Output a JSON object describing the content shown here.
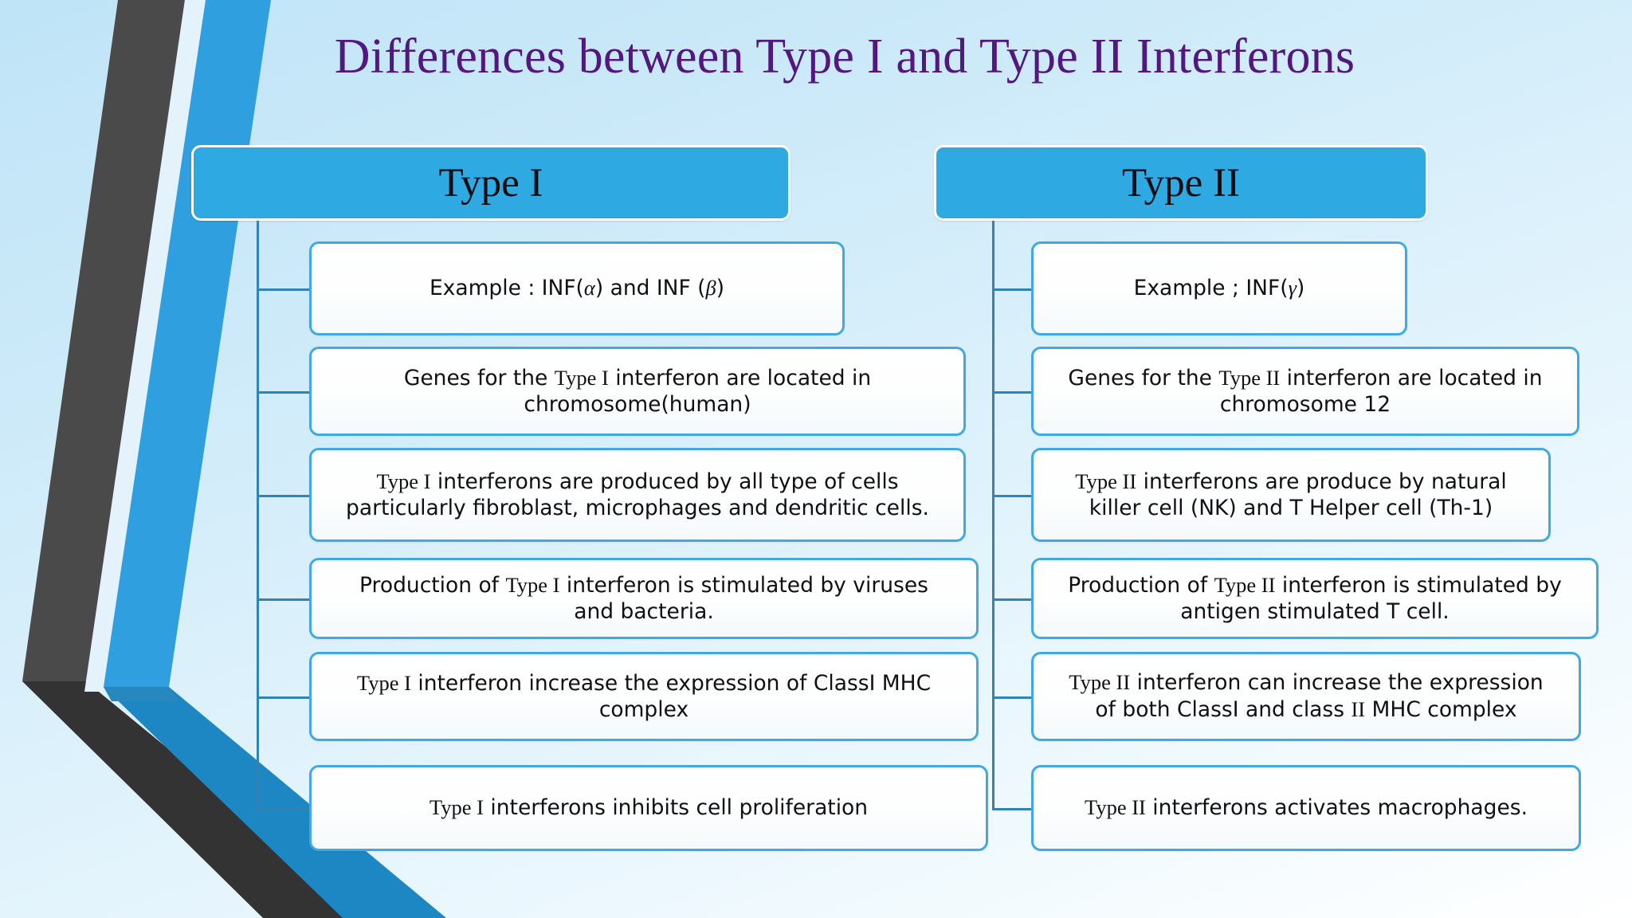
{
  "slide": {
    "title": "Differences between Type I and Type II Interferons",
    "title_color": "#53187f",
    "background_colors": [
      "#bfe4f7",
      "#ffffff"
    ],
    "accent_color": "#2fa9e2",
    "node_border_color": "#3fa9e0",
    "connector_color": "#2f83b5"
  },
  "decoration": {
    "ribbon_dark_color": "#4a4a4a",
    "ribbon_blue_color": "#2f9fe0",
    "ribbon_blue_shadow_color": "#1d7fb8",
    "ribbon_dark_shadow_color": "#333333",
    "shape": "bent-chevron-ribbons"
  },
  "columns": [
    {
      "id": "type-i",
      "header": "Type I",
      "nodes": [
        {
          "id": "example",
          "plain": "Example : INF(α) and INF (β)",
          "lines": [
            [
              {
                "t": "Example : INF(",
                "f": "sans"
              },
              {
                "t": "α",
                "f": "greek"
              },
              {
                "t": ") and INF (",
                "f": "sans"
              },
              {
                "t": "β",
                "f": "greek"
              },
              {
                "t": ")",
                "f": "sans"
              }
            ]
          ]
        },
        {
          "id": "genes",
          "plain": "Genes for the Type I  interferon are located in chromosome(human)",
          "lines": [
            [
              {
                "t": "Genes for the ",
                "f": "sans"
              },
              {
                "t": "Type I",
                "f": "serif"
              },
              {
                "t": "  interferon are located in",
                "f": "sans"
              }
            ],
            [
              {
                "t": "chromosome(human)",
                "f": "sans"
              }
            ]
          ]
        },
        {
          "id": "produced-by",
          "plain": "Type I  interferons are produced by all type of cells particularly fibroblast, microphages and dendritic cells.",
          "lines": [
            [
              {
                "t": "Type I",
                "f": "serif"
              },
              {
                "t": "  interferons are produced by all type of cells",
                "f": "sans"
              }
            ],
            [
              {
                "t": "particularly fibroblast, microphages and dendritic cells.",
                "f": "sans"
              }
            ]
          ]
        },
        {
          "id": "production",
          "plain": "Production of  Type I  interferon is stimulated by viruses and bacteria.",
          "lines": [
            [
              {
                "t": "Production of  ",
                "f": "sans"
              },
              {
                "t": "Type I",
                "f": "serif"
              },
              {
                "t": "  interferon is stimulated by viruses",
                "f": "sans"
              }
            ],
            [
              {
                "t": "and bacteria.",
                "f": "sans"
              }
            ]
          ]
        },
        {
          "id": "mhc",
          "plain": "Type I  interferon increase the expression of ClassI  MHC complex",
          "lines": [
            [
              {
                "t": "Type I",
                "f": "serif"
              },
              {
                "t": "  interferon increase the expression of ClassI  MHC",
                "f": "sans"
              }
            ],
            [
              {
                "t": "complex",
                "f": "sans"
              }
            ]
          ]
        },
        {
          "id": "proliferation",
          "plain": "Type I  interferons inhibits cell proliferation",
          "lines": [
            [
              {
                "t": "Type I",
                "f": "serif"
              },
              {
                "t": "  interferons inhibits cell proliferation",
                "f": "sans"
              }
            ]
          ]
        }
      ]
    },
    {
      "id": "type-ii",
      "header": "Type II",
      "nodes": [
        {
          "id": "example",
          "plain": "Example ; INF(γ)",
          "lines": [
            [
              {
                "t": "Example ; INF(",
                "f": "sans"
              },
              {
                "t": "γ",
                "f": "greek"
              },
              {
                "t": ")",
                "f": "sans"
              }
            ]
          ]
        },
        {
          "id": "genes",
          "plain": "Genes for the Type II  interferon are located in chromosome 12",
          "lines": [
            [
              {
                "t": "Genes for the ",
                "f": "sans"
              },
              {
                "t": "Type II",
                "f": "serif"
              },
              {
                "t": "  interferon are located in",
                "f": "sans"
              }
            ],
            [
              {
                "t": "chromosome 12",
                "f": "sans"
              }
            ]
          ]
        },
        {
          "id": "produced-by",
          "plain": "Type II  interferons are produce by natural killer cell (NK) and T Helper cell (Th-1)",
          "lines": [
            [
              {
                "t": "Type II",
                "f": "serif"
              },
              {
                "t": "  interferons are produce by natural",
                "f": "sans"
              }
            ],
            [
              {
                "t": "killer cell (NK) and T Helper cell (Th-1)",
                "f": "sans"
              }
            ]
          ]
        },
        {
          "id": "production",
          "plain": "Production of  Type II  interferon is stimulated by antigen stimulated T cell.",
          "lines": [
            [
              {
                "t": "Production of  ",
                "f": "sans"
              },
              {
                "t": "Type II",
                "f": "serif"
              },
              {
                "t": "  interferon is stimulated by",
                "f": "sans"
              }
            ],
            [
              {
                "t": "antigen stimulated T cell.",
                "f": "sans"
              }
            ]
          ]
        },
        {
          "id": "mhc",
          "plain": "Type II  interferon can increase the expression of both ClassI and class II  MHC complex",
          "lines": [
            [
              {
                "t": "Type II",
                "f": "serif"
              },
              {
                "t": "  interferon can increase the expression",
                "f": "sans"
              }
            ],
            [
              {
                "t": "of both ClassI and class ",
                "f": "sans"
              },
              {
                "t": "II",
                "f": "serif"
              },
              {
                "t": "  MHC complex",
                "f": "sans"
              }
            ]
          ]
        },
        {
          "id": "macrophages",
          "plain": "Type II  interferons activates macrophages.",
          "lines": [
            [
              {
                "t": "Type II",
                "f": "serif"
              },
              {
                "t": "  interferons activates macrophages.",
                "f": "sans"
              }
            ]
          ]
        }
      ]
    }
  ]
}
